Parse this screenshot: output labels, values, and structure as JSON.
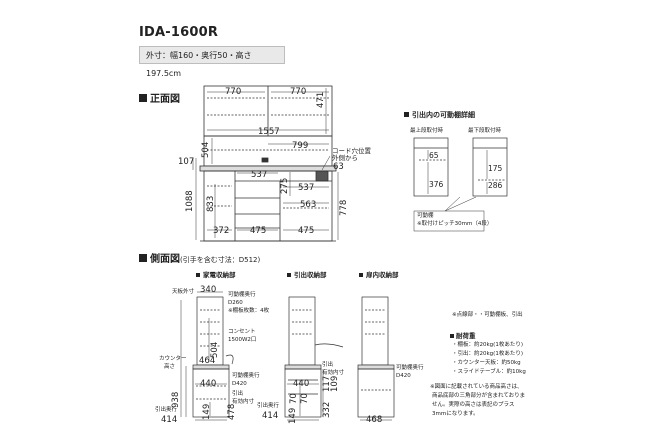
{
  "model": "IDA-1600R",
  "size": "外寸：幅160・奥行50・高さ197.5cm",
  "front": {
    "title": "正面図",
    "dims": {
      "top_left": "770",
      "top_right": "770",
      "upper_h": "471",
      "inner_w": "1557",
      "mid_h": "504",
      "shelf_w": "799",
      "counter_h": "107",
      "drawer_w1": "537",
      "drawer_h": "275",
      "drawer_w2": "537",
      "cord_note": "コード穴位置\n外側から",
      "cord_val": "63",
      "left_h": "833",
      "total_h": "1088",
      "right_w": "563",
      "right_h": "778",
      "bottom_w1": "372",
      "bottom_w2": "475",
      "bottom_w3": "475"
    }
  },
  "detail": {
    "title": "引出内の可動棚詳細",
    "left_label": "最上段取付時",
    "right_label": "最下段取付時",
    "l_top": "65",
    "l_bottom": "376",
    "r_top": "175",
    "r_bottom": "286",
    "note_line1": "可動棚",
    "note_line2": "※取付けピッチ30mm（4段）"
  },
  "side": {
    "title": "側面図",
    "subtitle": "(引手を含む寸法：D512)",
    "col1_title": "家電収納部",
    "col2_title": "引出収納部",
    "col3_title": "扉内収納部",
    "c1_top_label": "天板外寸",
    "c1_top_val": "340",
    "c1_shelf": "可動棚奥行",
    "c1_shelf_d": "D260",
    "c1_shelf_n": "※棚板枚数：4枚",
    "c1_h1": "504",
    "c1_outlet": "コンセント",
    "c1_outlet_v": "1500W2口",
    "c1_counter": "カウンター",
    "c1_counter2": "高さ",
    "c1_h2": "464",
    "c1_w": "440",
    "c1_lower": "可動棚奥行",
    "c1_lower_d": "D420",
    "c1_drawer": "引出",
    "c1_drawer2": "有効内寸",
    "c1_tall": "938",
    "c1_depth_label": "引出奥行",
    "c1_depth": "414",
    "c1_b1": "149",
    "c1_b2": "478",
    "c2_w": "440",
    "c2_drawer": "引出",
    "c2_drawer2": "有効内寸",
    "c2_depth_label": "引出奥行",
    "c2_depth": "414",
    "c2_v1": "70",
    "c2_v2": "70",
    "c2_v3": "149",
    "c2_h1": "117",
    "c2_h2": "109",
    "c2_h3": "332",
    "c3_lower": "可動棚奥行",
    "c3_lower_d": "D420",
    "c3_w": "468"
  },
  "legend": {
    "line1": "※点線部・・可動棚板、引出",
    "load_title": "耐荷重",
    "load1": "・棚板：約20kg(1枚あたり)",
    "load2": "・引出：約20kg(1枚あたり)",
    "load3": "・カウンター天板：約50kg",
    "load4": "・スライドテーブル：約10kg",
    "note1": "※図面に記載されている商品高さは、",
    "note2": "商品底部の三角部分が含まれておりま",
    "note3": "せん。実際の高さは表記のプラス",
    "note4": "3mmになります。"
  }
}
